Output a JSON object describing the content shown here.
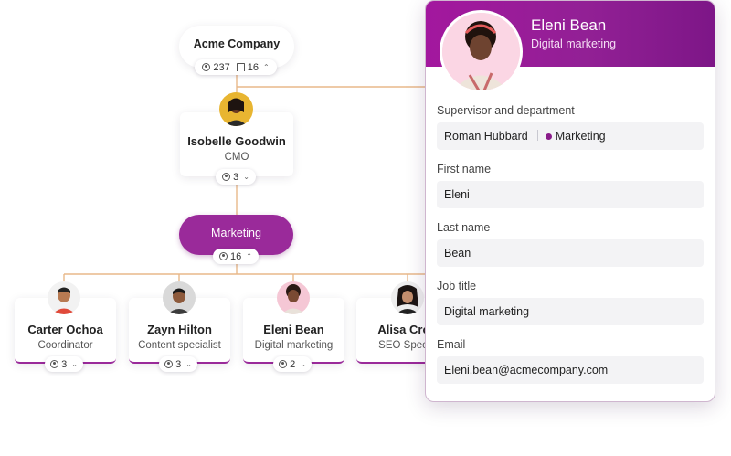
{
  "org": {
    "company": {
      "name": "Acme Company",
      "people_count": "237",
      "units_count": "16"
    },
    "executive": {
      "name": "Isobelle Goodwin",
      "role": "CMO",
      "reports": "3"
    },
    "department": {
      "name": "Marketing",
      "count": "16"
    },
    "employees": [
      {
        "name": "Carter Ochoa",
        "role": "Coordinator",
        "reports": "3"
      },
      {
        "name": "Zayn Hilton",
        "role": "Content specialist",
        "reports": "3"
      },
      {
        "name": "Eleni Bean",
        "role": "Digital marketing",
        "reports": "2"
      },
      {
        "name": "Alisa Cros",
        "role": "SEO Specia"
      }
    ]
  },
  "panel": {
    "name": "Eleni Bean",
    "role": "Digital marketing",
    "supervisor_label": "Supervisor and department",
    "supervisor": "Roman Hubbard",
    "department": "Marketing",
    "first_name_label": "First name",
    "first_name": "Eleni",
    "last_name_label": "Last name",
    "last_name": "Bean",
    "job_title_label": "Job title",
    "job_title": "Digital marketing",
    "email_label": "Email",
    "email": "Eleni.bean@acmecompany.com"
  },
  "colors": {
    "accent": "#9a2a9a",
    "connector": "#e8b88a"
  },
  "icons": [
    "person-icon",
    "building-icon",
    "chevron-down-icon",
    "chevron-up-icon"
  ]
}
